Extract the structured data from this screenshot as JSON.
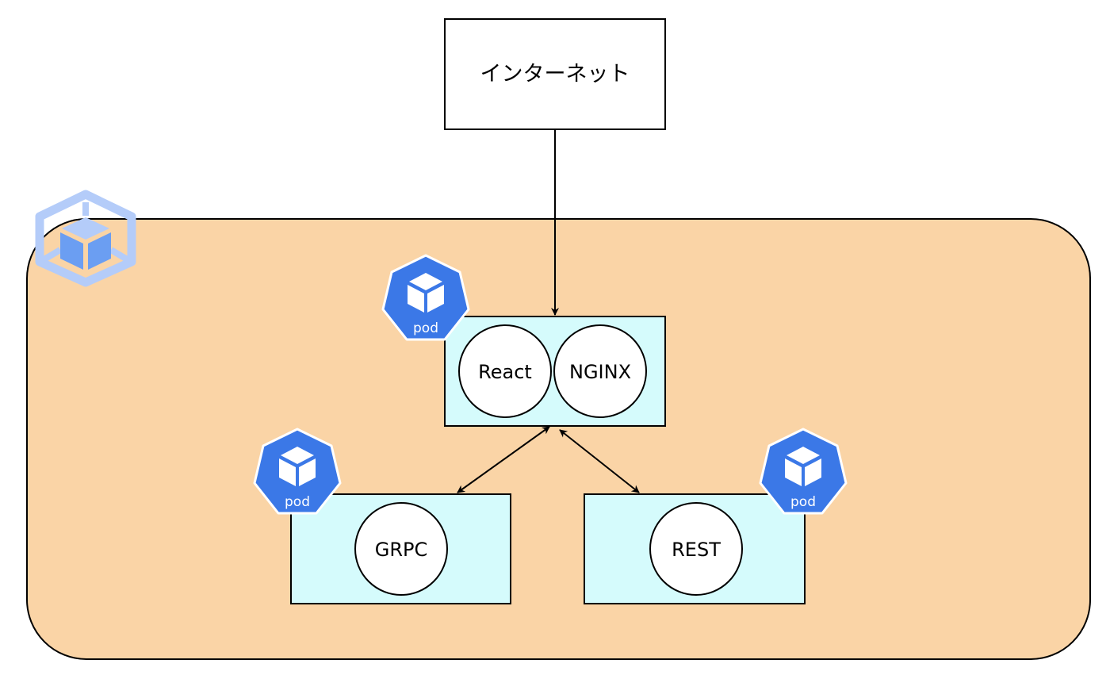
{
  "colors": {
    "cluster_fill": "#fad4a6",
    "pod_fill": "#d5fbfc",
    "pod_icon": "#3b78e7",
    "cluster_icon": "#b4ccf9",
    "cluster_icon_dark": "#6b9ef2",
    "stroke": "#000000",
    "box_fill": "#ffffff"
  },
  "internet": {
    "label": "インターネット"
  },
  "frontend_pod": {
    "icon_label": "pod",
    "containers": [
      {
        "label": "React"
      },
      {
        "label": "NGINX"
      }
    ]
  },
  "grpc_pod": {
    "icon_label": "pod",
    "containers": [
      {
        "label": "GRPC"
      }
    ]
  },
  "rest_pod": {
    "icon_label": "pod",
    "containers": [
      {
        "label": "REST"
      }
    ]
  },
  "cluster": {
    "icon": "kubernetes-cluster-icon"
  },
  "icons": {
    "pod": "pod-cube-icon"
  }
}
